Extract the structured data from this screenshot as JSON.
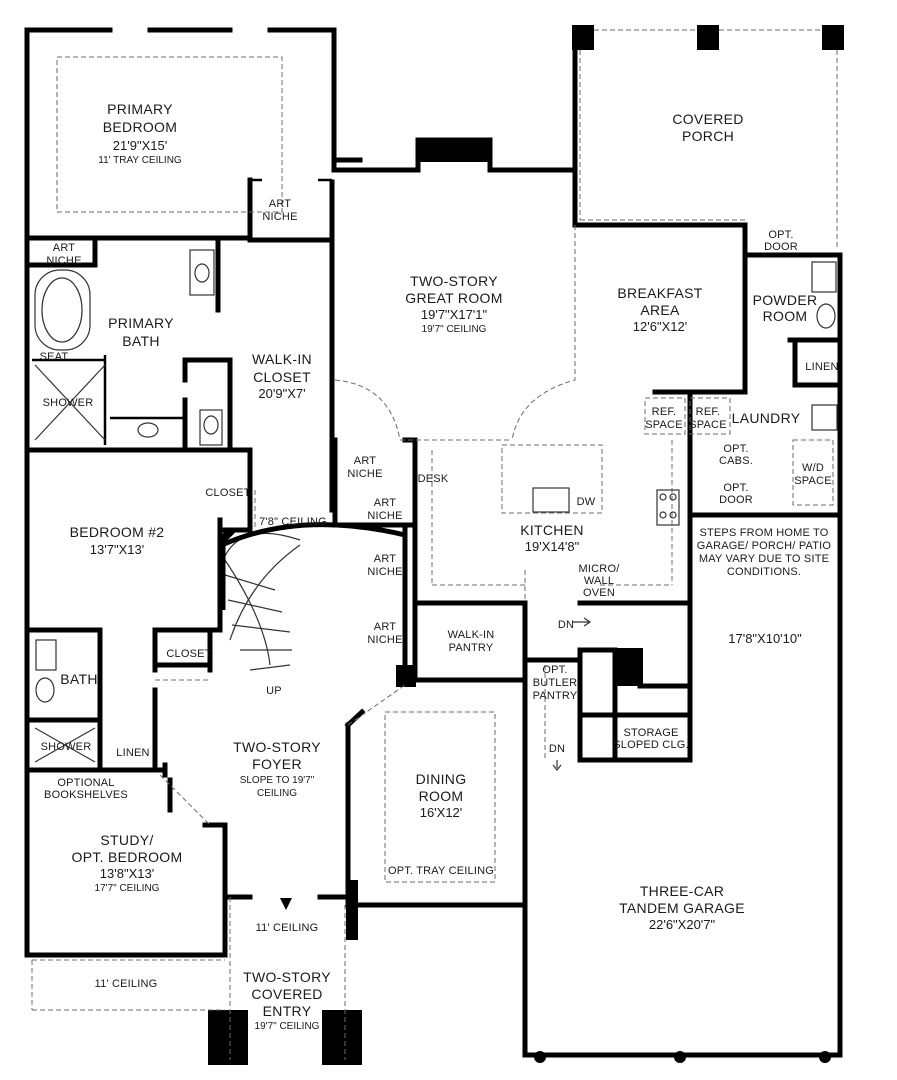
{
  "rooms": {
    "primary_bedroom": {
      "name_1": "PRIMARY",
      "name_2": "BEDROOM",
      "dim": "21'9\"X15'",
      "note": "11' TRAY CEILING"
    },
    "art_niche_a": "ART",
    "art_niche_a2": "NICHE",
    "art_niche_b": "ART",
    "art_niche_b2": "NICHE",
    "primary_bath": {
      "name_1": "PRIMARY",
      "name_2": "BATH"
    },
    "seat": "SEAT",
    "shower_primary": "SHOWER",
    "walk_in_closet": {
      "name_1": "WALK-IN",
      "name_2": "CLOSET",
      "dim": "20'9\"X7'"
    },
    "great_room": {
      "name_1": "TWO-STORY",
      "name_2": "GREAT ROOM",
      "dim": "19'7\"X17'1\"",
      "note": "19'7\" CEILING"
    },
    "covered_porch": {
      "name_1": "COVERED",
      "name_2": "PORCH"
    },
    "opt_door_porch": {
      "l1": "OPT.",
      "l2": "DOOR"
    },
    "breakfast": {
      "name_1": "BREAKFAST",
      "name_2": "AREA",
      "dim": "12'6\"X12'"
    },
    "powder": {
      "name_1": "POWDER",
      "name_2": "ROOM"
    },
    "linen_powder": "LINEN",
    "laundry": "LAUNDRY",
    "ref_space_1": {
      "l1": "REF.",
      "l2": "SPACE"
    },
    "ref_space_2": {
      "l1": "REF.",
      "l2": "SPACE"
    },
    "opt_cabs": {
      "l1": "OPT.",
      "l2": "CABS."
    },
    "opt_door_laundry": {
      "l1": "OPT.",
      "l2": "DOOR"
    },
    "wd_space": {
      "l1": "W/D",
      "l2": "SPACE"
    },
    "art_niche_c": {
      "l1": "ART",
      "l2": "NICHE"
    },
    "art_niche_d": {
      "l1": "ART",
      "l2": "NICHE"
    },
    "art_niche_e": {
      "l1": "ART",
      "l2": "NICHE"
    },
    "art_niche_f": {
      "l1": "ART",
      "l2": "NICHE"
    },
    "desk": "DESK",
    "dw": "DW",
    "kitchen": {
      "name": "KITCHEN",
      "dim": "19'X14'8\""
    },
    "micro": {
      "l1": "MICRO/",
      "l2": "WALL",
      "l3": "OVEN"
    },
    "closet_bed2": "CLOSET",
    "ceiling_78": "7'8\" CEILING",
    "bedroom2": {
      "name": "BEDROOM #2",
      "dim": "13'7\"X13'"
    },
    "steps_note": [
      "STEPS FROM HOME TO",
      "GARAGE/ PORCH/ PATIO",
      "MAY VARY DUE TO SITE",
      "CONDITIONS."
    ],
    "garage_side_dim": "17'8\"X10'10\"",
    "walkin_pantry": {
      "l1": "WALK-IN",
      "l2": "PANTRY"
    },
    "dn_1": "DN",
    "dn_2": "DN",
    "butler_pantry": {
      "l1": "OPT.",
      "l2": "BUTLER",
      "l3": "PANTRY"
    },
    "closet_bath": "CLOSET",
    "bath": "BATH",
    "up": "UP",
    "storage": {
      "l1": "STORAGE",
      "l2": "SLOPED CLG."
    },
    "shower_bath": "SHOWER",
    "linen_bath": "LINEN",
    "foyer": {
      "name_1": "TWO-STORY",
      "name_2": "FOYER",
      "note_1": "SLOPE TO 19'7\"",
      "note_2": "CEILING"
    },
    "dining": {
      "name_1": "DINING",
      "name_2": "ROOM",
      "dim": "16'X12'",
      "note": "OPT. TRAY CEILING"
    },
    "optional_bookshelves": {
      "l1": "OPTIONAL",
      "l2": "BOOKSHELVES"
    },
    "study": {
      "name_1": "STUDY/",
      "name_2": "OPT. BEDROOM",
      "dim": "13'8\"X13'",
      "note": "17'7\" CEILING"
    },
    "garage": {
      "name_1": "THREE-CAR",
      "name_2": "TANDEM GARAGE",
      "dim": "22'6\"X20'7\""
    },
    "ceiling_11_entry": "11' CEILING",
    "ceiling_11_front": "11' CEILING",
    "covered_entry": {
      "name_1": "TWO-STORY",
      "name_2": "COVERED",
      "name_3": "ENTRY",
      "note": "19'7\" CEILING"
    }
  }
}
